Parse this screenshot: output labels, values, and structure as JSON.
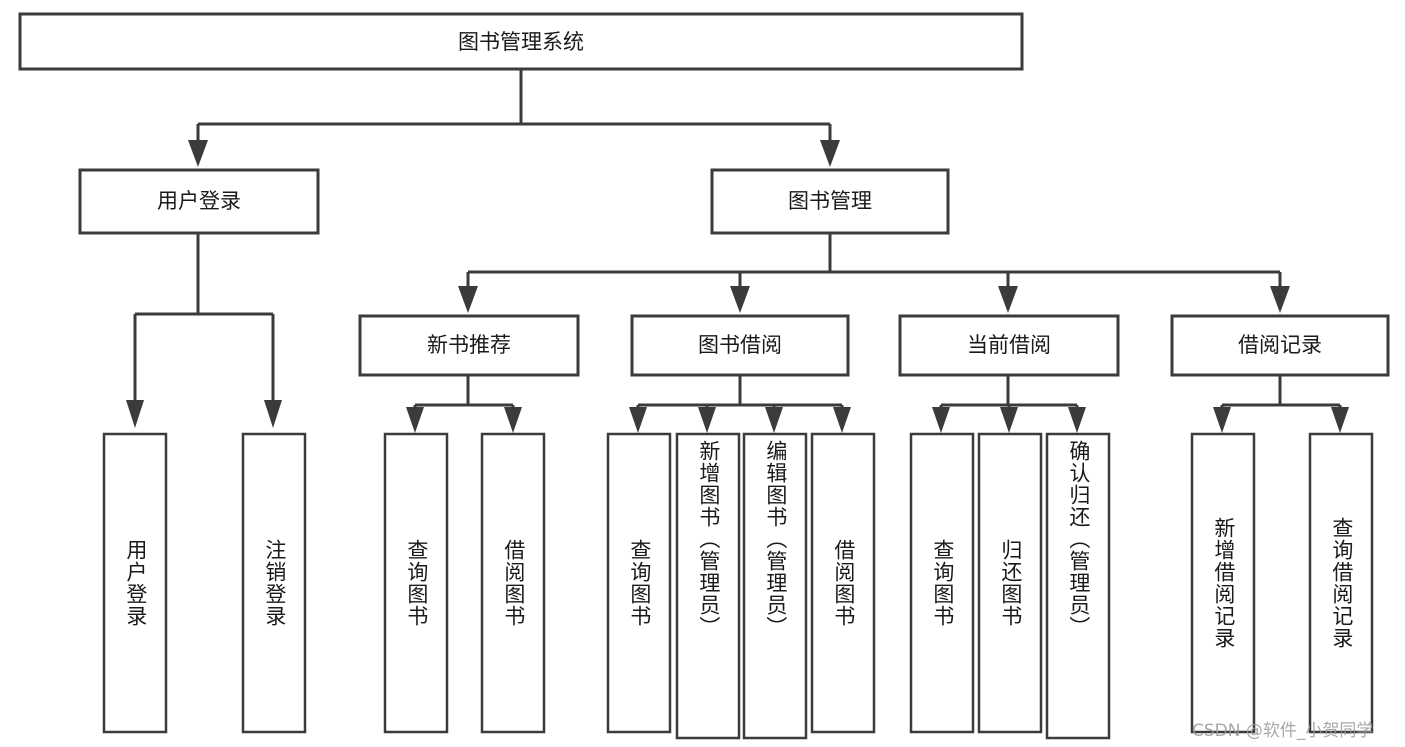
{
  "diagram": {
    "title": "图书管理系统",
    "type": "tree-hierarchy",
    "root": {
      "id": "root",
      "label": "图书管理系统"
    },
    "level2": [
      {
        "id": "user-login",
        "label": "用户登录"
      },
      {
        "id": "book-manage",
        "label": "图书管理"
      }
    ],
    "level3": [
      {
        "id": "new-book-rec",
        "label": "新书推荐",
        "parent": "book-manage"
      },
      {
        "id": "book-borrow",
        "label": "图书借阅",
        "parent": "book-manage"
      },
      {
        "id": "current-borrow",
        "label": "当前借阅",
        "parent": "book-manage"
      },
      {
        "id": "borrow-record",
        "label": "借阅记录",
        "parent": "book-manage"
      }
    ],
    "leaves": [
      {
        "id": "leaf-user-login",
        "label": "用户登录",
        "parent": "user-login"
      },
      {
        "id": "leaf-logout",
        "label": "注销登录",
        "parent": "user-login"
      },
      {
        "id": "leaf-query-book-1",
        "label": "查询图书",
        "parent": "new-book-rec"
      },
      {
        "id": "leaf-borrow-book-1",
        "label": "借阅图书",
        "parent": "new-book-rec"
      },
      {
        "id": "leaf-query-book-2",
        "label": "查询图书",
        "parent": "book-borrow"
      },
      {
        "id": "leaf-add-book",
        "label": "新增图书（管理员）",
        "parent": "book-borrow"
      },
      {
        "id": "leaf-edit-book",
        "label": "编辑图书（管理员）",
        "parent": "book-borrow"
      },
      {
        "id": "leaf-borrow-book-2",
        "label": "借阅图书",
        "parent": "book-borrow"
      },
      {
        "id": "leaf-query-book-3",
        "label": "查询图书",
        "parent": "current-borrow"
      },
      {
        "id": "leaf-return-book",
        "label": "归还图书",
        "parent": "current-borrow"
      },
      {
        "id": "leaf-confirm-return",
        "label": "确认归还（管理员）",
        "parent": "current-borrow"
      },
      {
        "id": "leaf-add-record",
        "label": "新增借阅记录",
        "parent": "borrow-record"
      },
      {
        "id": "leaf-query-record",
        "label": "查询借阅记录",
        "parent": "borrow-record"
      }
    ],
    "colors": {
      "box_fill": "#ffffff",
      "box_stroke": "#3b3b3b",
      "text": "#1a1a1a",
      "background": "#ffffff",
      "watermark": "#9a9a9a"
    }
  },
  "watermark": {
    "text": "CSDN @软件_小贺同学"
  }
}
